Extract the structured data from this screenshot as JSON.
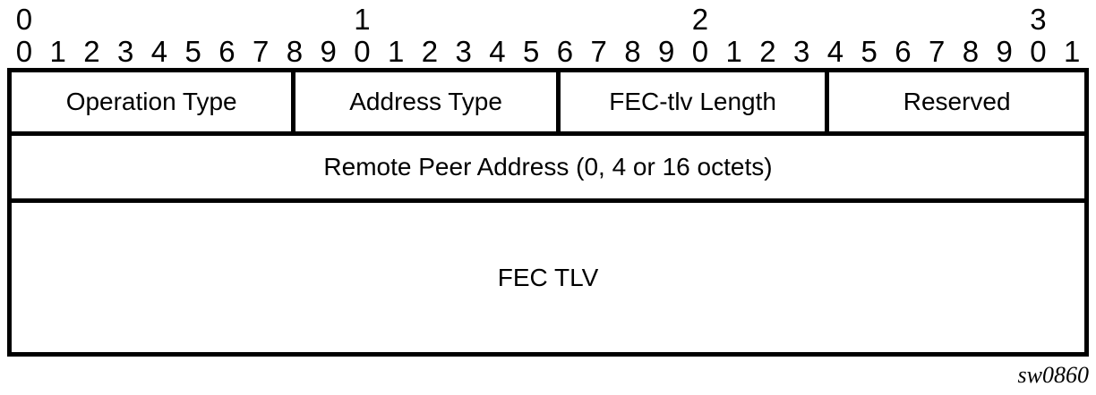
{
  "ruler": {
    "tens_labels": [
      "0",
      "1",
      "2",
      "3"
    ],
    "tens_positions": [
      0,
      10,
      20,
      30
    ],
    "bit_labels": [
      "0",
      "1",
      "2",
      "3",
      "4",
      "5",
      "6",
      "7",
      "8",
      "9",
      "0",
      "1",
      "2",
      "3",
      "4",
      "5",
      "6",
      "7",
      "8",
      "9",
      "0",
      "1",
      "2",
      "3",
      "4",
      "5",
      "6",
      "7",
      "8",
      "9",
      "0",
      "1"
    ]
  },
  "packet": {
    "rows": [
      {
        "fields": [
          {
            "label": "Operation Type",
            "width_pct": 26.49
          },
          {
            "label": "Address Type",
            "width_pct": 24.67
          },
          {
            "label": "FEC-tlv Length",
            "width_pct": 25.08
          },
          {
            "label": "Reserved",
            "width_pct": 23.76
          }
        ]
      },
      {
        "fields": [
          {
            "label": "Remote Peer Address (0, 4 or 16 octets)",
            "width_pct": 100
          }
        ]
      },
      {
        "fields": [
          {
            "label": "FEC TLV",
            "width_pct": 100
          }
        ]
      }
    ]
  },
  "footer": {
    "figure_id": "sw0860"
  }
}
